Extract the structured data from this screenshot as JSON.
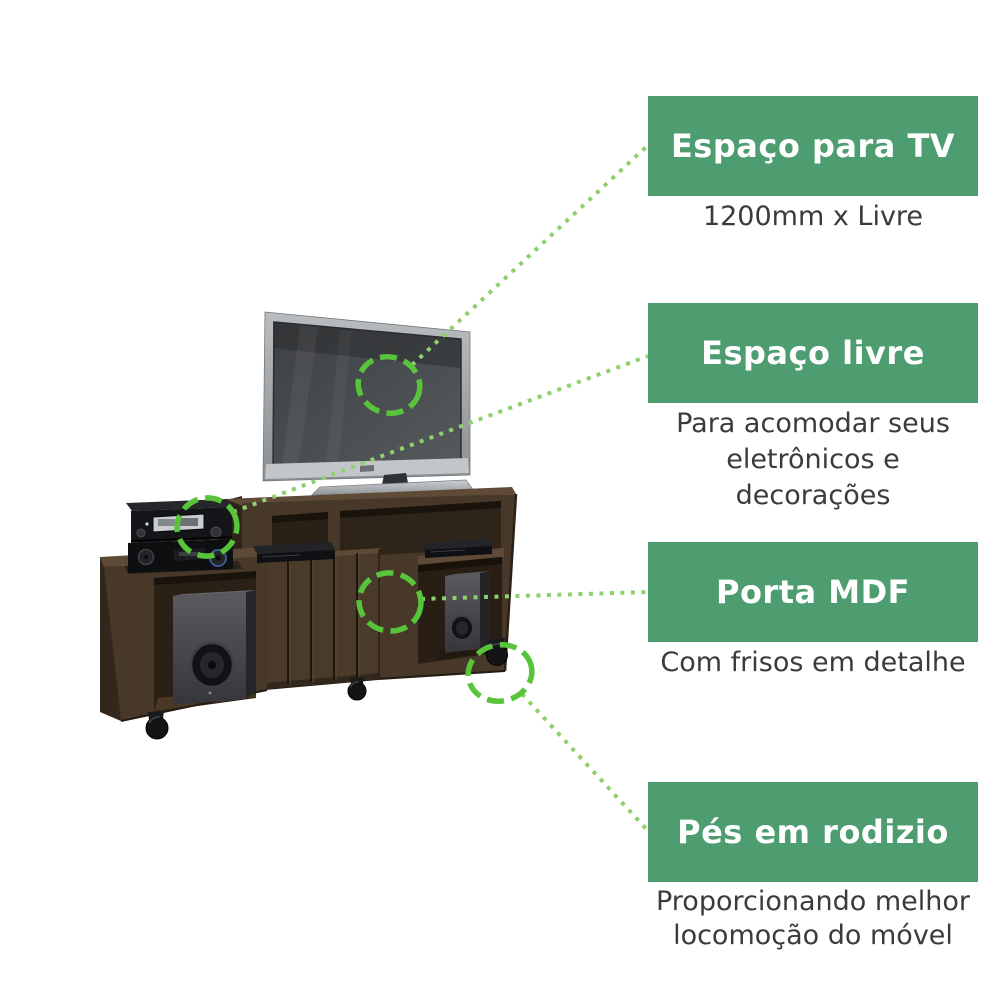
{
  "annotations": [
    {
      "title": "Espaço para TV",
      "caption_lines": [
        "1200mm x Livre"
      ]
    },
    {
      "title": "Espaço livre",
      "caption_lines": [
        "Para acomodar seus",
        "eletrônicos e",
        "decorações"
      ]
    },
    {
      "title": "Porta MDF",
      "caption_lines": [
        "Com frisos em detalhe"
      ]
    },
    {
      "title": "Pés em rodizio",
      "caption_lines": [
        "Proporcionando melhor",
        "locomoção do móvel"
      ]
    }
  ],
  "colors": {
    "label_box_bg": "#4E9D70",
    "label_text": "#FFFFFF",
    "caption_text": "#3B3B3B",
    "highlight_circle_green": "#58C43C",
    "connector_dot_green": "#8FD06E",
    "background": "#FFFFFF",
    "wood_dark_brown": "#473829"
  }
}
